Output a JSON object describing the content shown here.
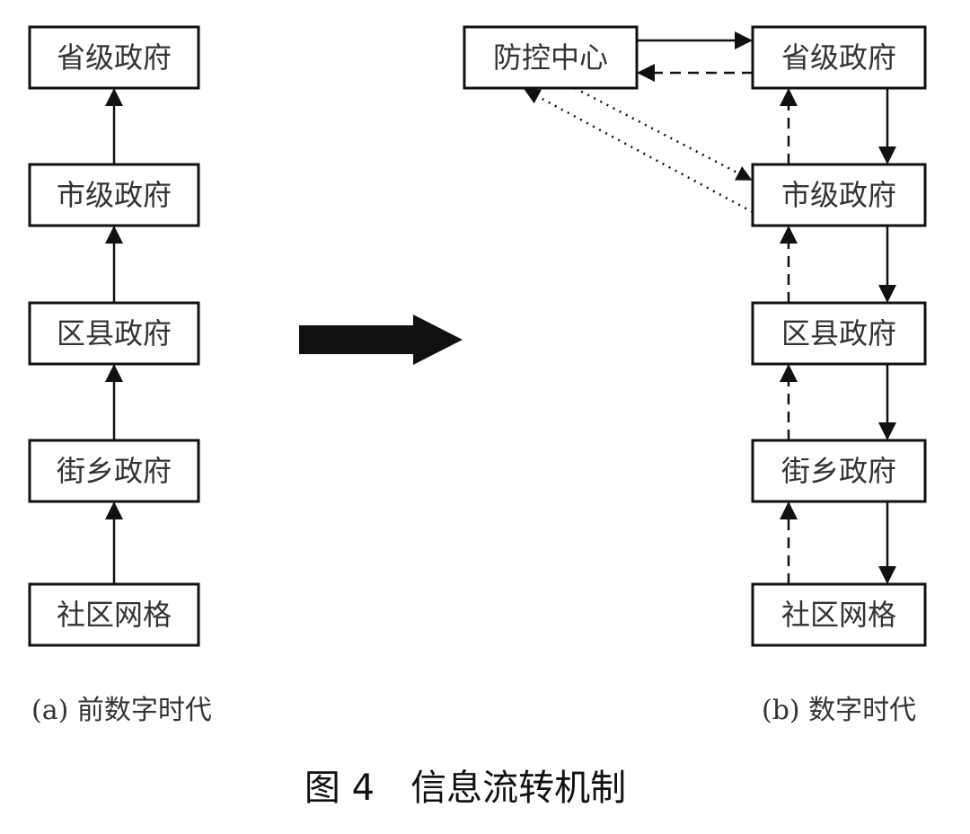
{
  "panel_a": {
    "caption": "(a) 前数字时代",
    "nodes": [
      {
        "id": "province",
        "label": "省级政府"
      },
      {
        "id": "city",
        "label": "市级政府"
      },
      {
        "id": "county",
        "label": "区县政府"
      },
      {
        "id": "street",
        "label": "街乡政府"
      },
      {
        "id": "grid",
        "label": "社区网格"
      }
    ]
  },
  "panel_b": {
    "caption": "(b) 数字时代",
    "control_center": {
      "label": "防控中心"
    },
    "nodes": [
      {
        "id": "province",
        "label": "省级政府"
      },
      {
        "id": "city",
        "label": "市级政府"
      },
      {
        "id": "county",
        "label": "区县政府"
      },
      {
        "id": "street",
        "label": "街乡政府"
      },
      {
        "id": "grid",
        "label": "社区网格"
      }
    ]
  },
  "figure": {
    "title": "图 4　信息流转机制"
  },
  "colors": {
    "line": "#111111",
    "box_border": "#111111",
    "text": "#333333",
    "background": "#ffffff"
  }
}
